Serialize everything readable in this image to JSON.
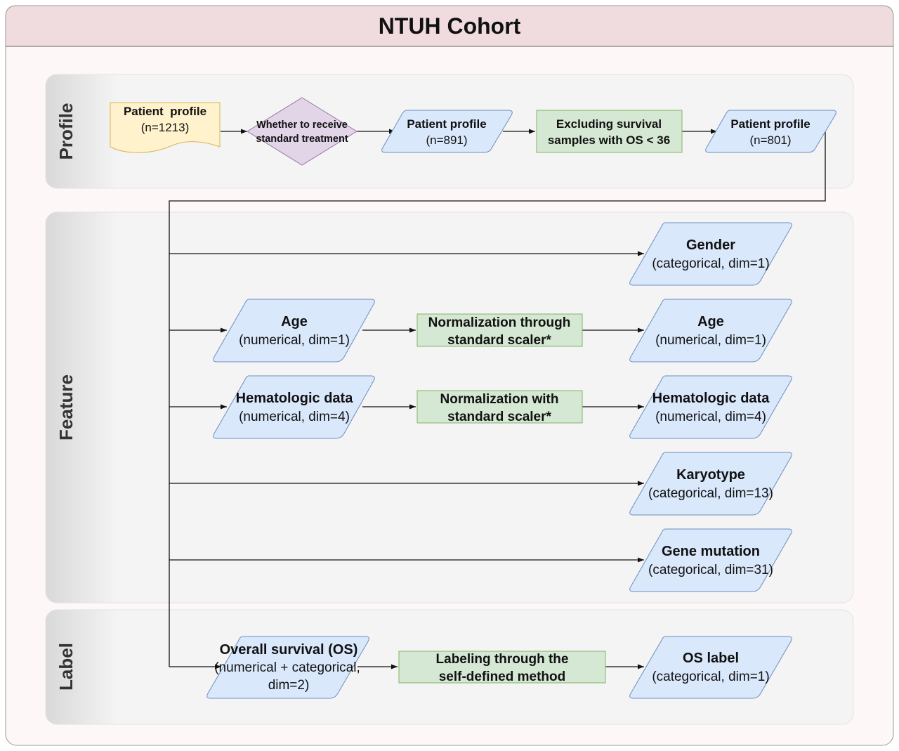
{
  "title": "NTUH Cohort",
  "lanes": {
    "profile": "Profile",
    "feature": "Feature",
    "label": "Label"
  },
  "profile": {
    "doc": {
      "line1": "Patient  profile",
      "line2": "(n=1213)"
    },
    "decision": {
      "line1": "Whether to receive",
      "line2": "standard treatment"
    },
    "p891": {
      "line1": "Patient profile",
      "line2": "(n=891)"
    },
    "exclude": {
      "line1": "Excluding survival",
      "line2": "samples with OS < 36"
    },
    "p801": {
      "line1": "Patient profile",
      "line2": "(n=801)"
    }
  },
  "feature": {
    "gender": {
      "line1": "Gender",
      "line2": "(categorical, dim=1)"
    },
    "age_in": {
      "line1": "Age",
      "line2": "(numerical, dim=1)"
    },
    "norm1": {
      "line1": "Normalization through",
      "line2": "standard scaler*"
    },
    "age_out": {
      "line1": "Age",
      "line2": "(numerical, dim=1)"
    },
    "hem_in": {
      "line1": "Hematologic data",
      "line2": "(numerical, dim=4)"
    },
    "norm2": {
      "line1": "Normalization with",
      "line2": "standard scaler*"
    },
    "hem_out": {
      "line1": "Hematologic data",
      "line2": "(numerical, dim=4)"
    },
    "karyotype": {
      "line1": "Karyotype",
      "line2": "(categorical, dim=13)"
    },
    "gene": {
      "line1": "Gene mutation",
      "line2": "(categorical, dim=31)"
    }
  },
  "label": {
    "os": {
      "line1": "Overall survival (OS)",
      "line2": "(numerical + categorical,",
      "line3": "dim=2)"
    },
    "labeling": {
      "line1": "Labeling through the",
      "line2": "self-defined method"
    },
    "os_label": {
      "line1": "OS label",
      "line2": "(categorical, dim=1)"
    }
  },
  "colors": {
    "header_fill": "#f0dcdf",
    "outer_fill": "#fdf7f7",
    "lane_fill": "#f4f4f4",
    "blue_fill": "#dae8fc",
    "blue_stroke": "#6c8ebf",
    "green_fill": "#d5e8d4",
    "green_stroke": "#82b366",
    "yellow_fill": "#fff2cc",
    "yellow_stroke": "#d6b656",
    "purple_fill": "#e1d5e7",
    "purple_stroke": "#9673a6"
  }
}
